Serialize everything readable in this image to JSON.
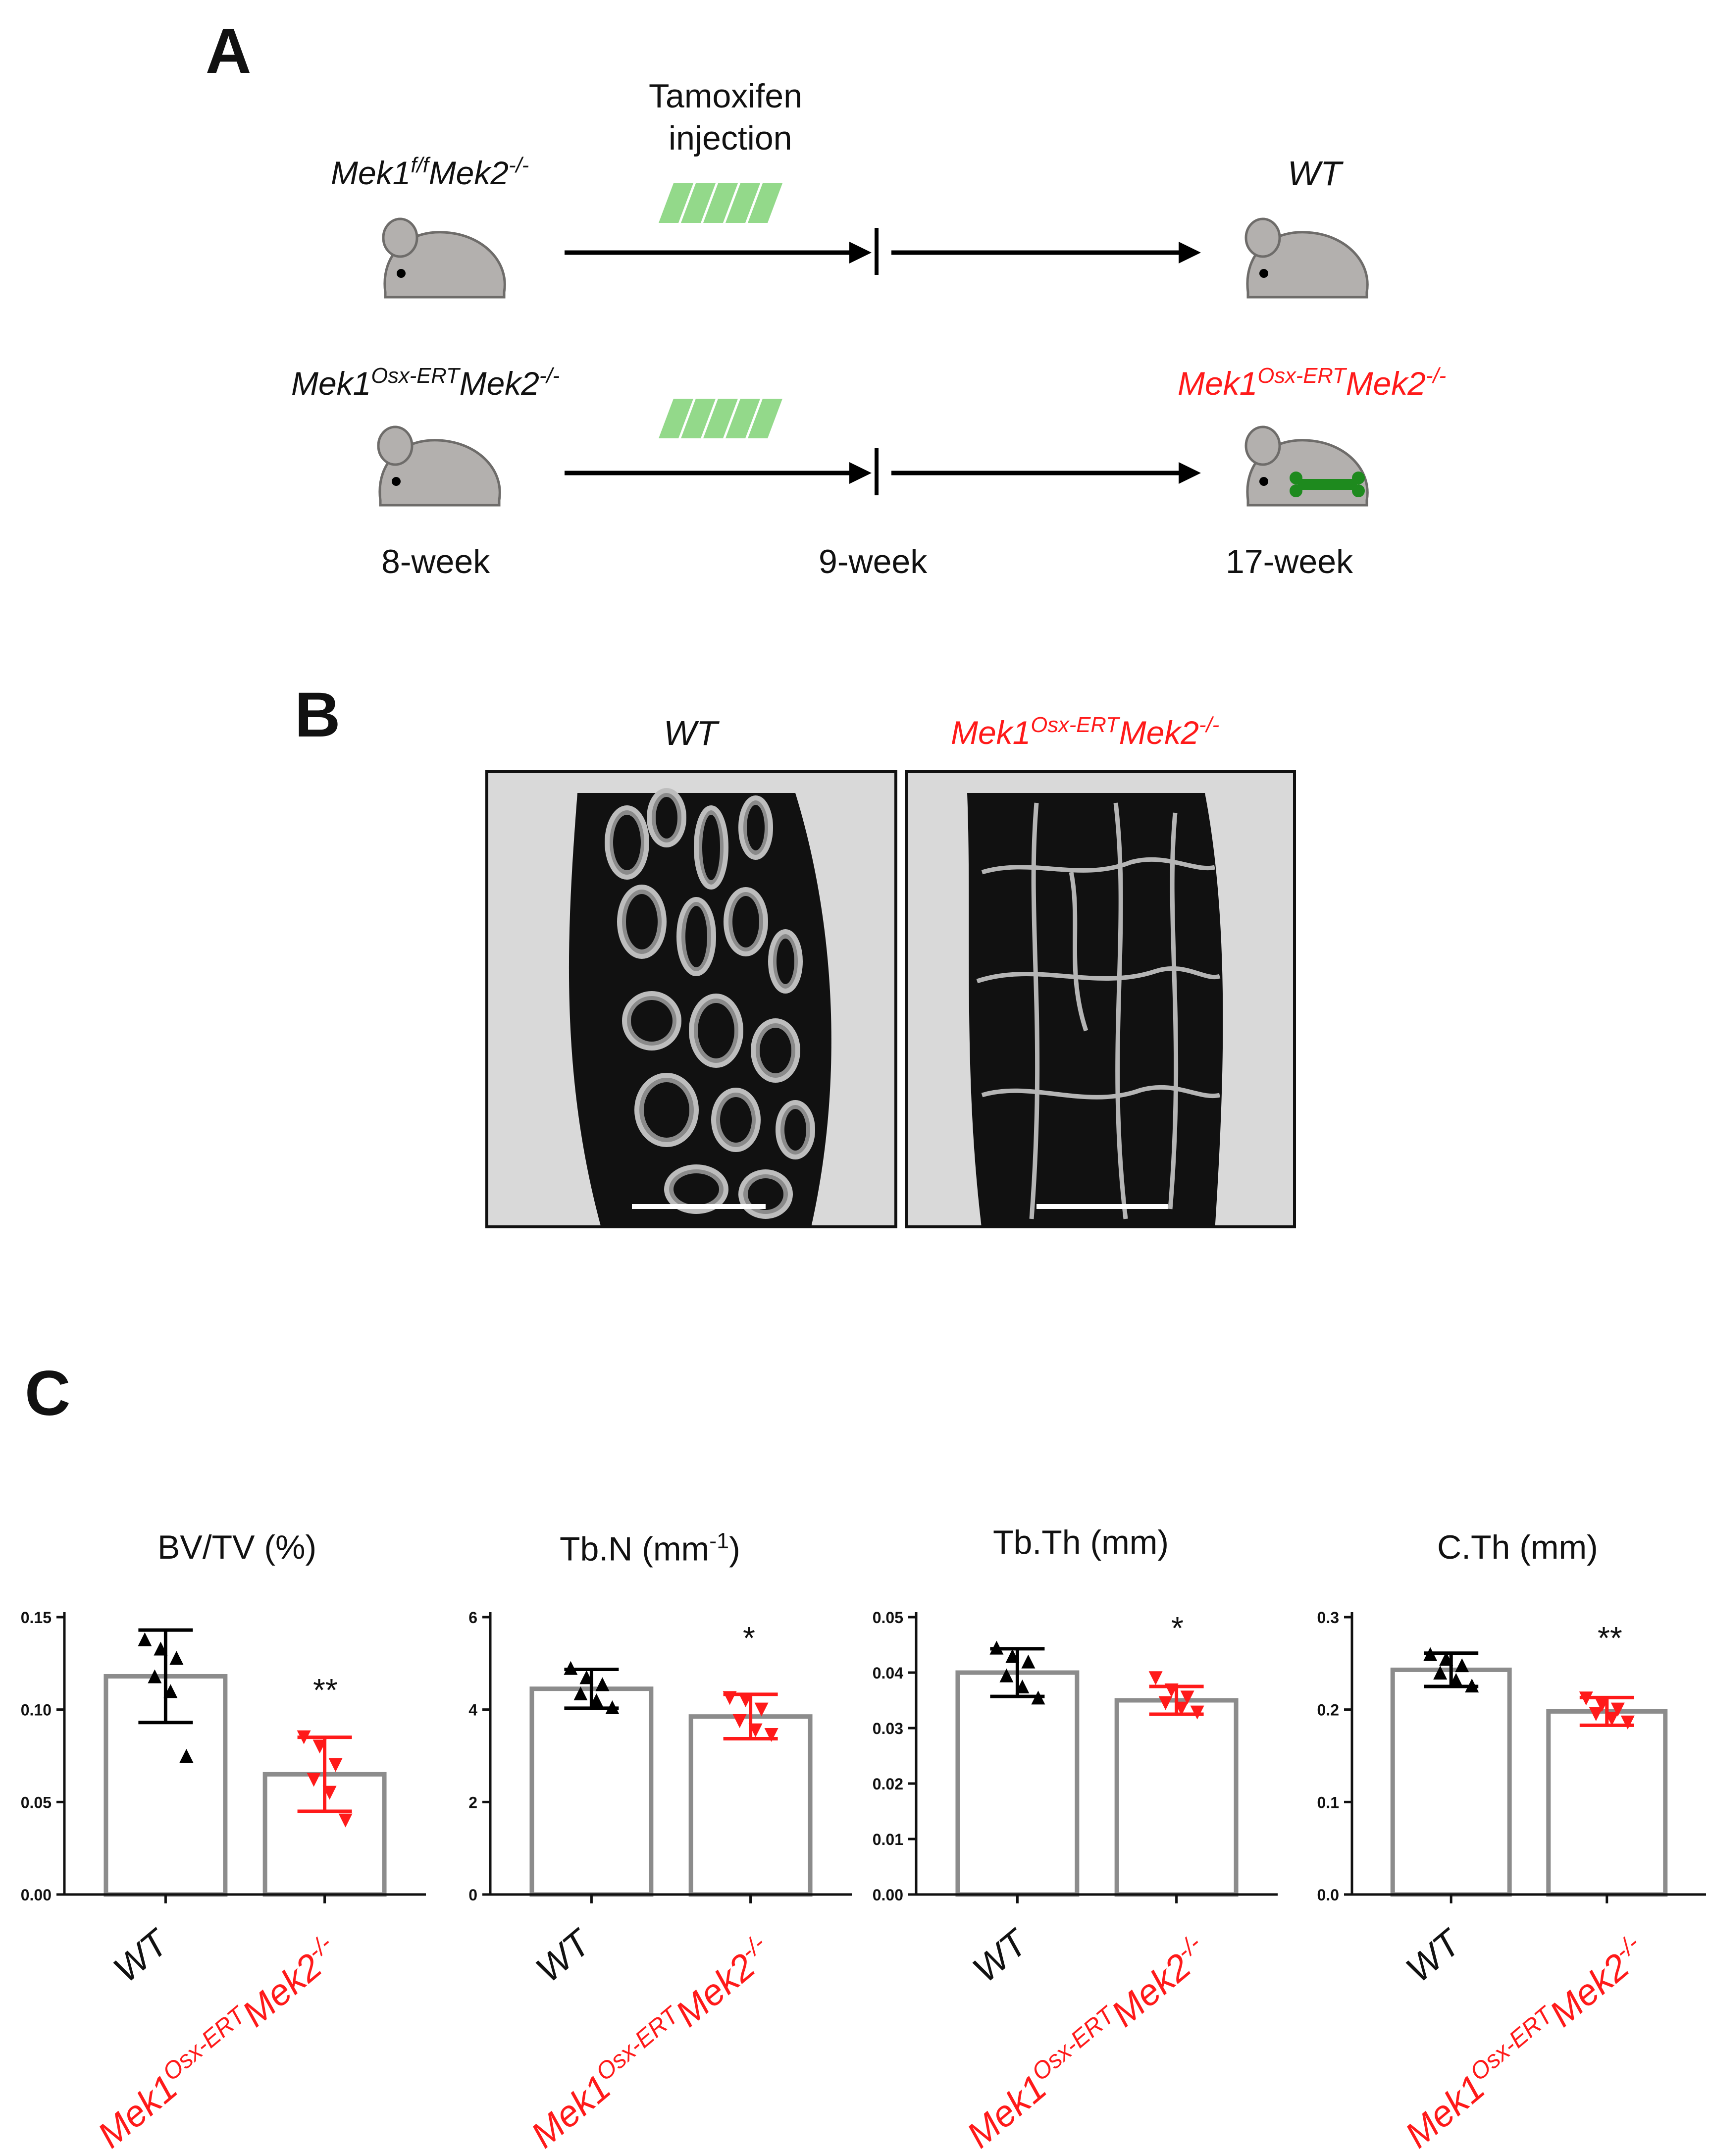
{
  "panels": {
    "a": "A",
    "b": "B",
    "c": "C"
  },
  "schematic": {
    "injection_label_line1": "Tamoxifen",
    "injection_label_line2": "injection",
    "row1_start": {
      "base1": "Mek1",
      "sup1": "f/f",
      "base2": "Mek2",
      "sup2": "-/-"
    },
    "row1_end": "WT",
    "row2_start": {
      "base1": "Mek1",
      "sup1": "Osx-ERT",
      "base2": "Mek2",
      "sup2": "-/-"
    },
    "row2_end": {
      "base1": "Mek1",
      "sup1": "Osx-ERT",
      "base2": "Mek2",
      "sup2": "-/-"
    },
    "timepoints": [
      "8-week",
      "9-week",
      "17-week"
    ],
    "colors": {
      "mouse": "#b3b0ae",
      "injection": "#93d98a",
      "bone": "#1e8a1e",
      "arrow": "#000000",
      "mutant": "#ff1a1a"
    }
  },
  "micro_ct": {
    "wt_label": "WT",
    "mut_label": {
      "base1": "Mek1",
      "sup1": "Osx-ERT",
      "base2": "Mek2",
      "sup2": "-/-"
    }
  },
  "x_labels": {
    "wt": "WT",
    "mut": {
      "base1": "Mek1",
      "sup1": "Osx-ERT",
      "base2": "Mek2",
      "sup2": "-/-"
    }
  },
  "chart_data": [
    {
      "type": "bar",
      "title": "BV/TV (%)",
      "categories": [
        "WT",
        "Mek1Osx-ERTMek2-/-"
      ],
      "ylim": [
        0,
        0.15
      ],
      "yticks": [
        "0.00",
        "0.05",
        "0.10",
        "0.15"
      ],
      "tick_values": [
        0,
        0.05,
        0.1,
        0.15
      ],
      "means": [
        0.118,
        0.065
      ],
      "sd": [
        0.025,
        0.02
      ],
      "points": [
        [
          0.138,
          0.133,
          0.128,
          0.118,
          0.11,
          0.075
        ],
        [
          0.085,
          0.08,
          0.07,
          0.062,
          0.055,
          0.04
        ]
      ],
      "significance": "**",
      "colors": [
        "#000000",
        "#ff1a1a"
      ]
    },
    {
      "type": "bar",
      "title": "Tb.N (mm-1)",
      "title_parts": {
        "base": "Tb.N (mm",
        "sup": "-1",
        "end": ")"
      },
      "categories": [
        "WT",
        "Mek1Osx-ERTMek2-/-"
      ],
      "ylim": [
        0,
        6
      ],
      "yticks": [
        "0",
        "2",
        "4",
        "6"
      ],
      "tick_values": [
        0,
        2,
        4,
        6
      ],
      "means": [
        4.45,
        3.85
      ],
      "sd": [
        0.42,
        0.48
      ],
      "points": [
        [
          4.9,
          4.7,
          4.55,
          4.35,
          4.2,
          4.05
        ],
        [
          4.25,
          4.2,
          4.0,
          3.75,
          3.55,
          3.45
        ]
      ],
      "significance": "*",
      "colors": [
        "#000000",
        "#ff1a1a"
      ]
    },
    {
      "type": "bar",
      "title": "Tb.Th (mm)",
      "categories": [
        "WT",
        "Mek1Osx-ERTMek2-/-"
      ],
      "ylim": [
        0,
        0.05
      ],
      "yticks": [
        "0.00",
        "0.01",
        "0.02",
        "0.03",
        "0.04",
        "0.05"
      ],
      "tick_values": [
        0,
        0.01,
        0.02,
        0.03,
        0.04,
        0.05
      ],
      "means": [
        0.04,
        0.035
      ],
      "sd": [
        0.0043,
        0.0025
      ],
      "points": [
        [
          0.0445,
          0.043,
          0.042,
          0.0395,
          0.0375,
          0.0355
        ],
        [
          0.039,
          0.0368,
          0.0355,
          0.0345,
          0.0335,
          0.0328
        ]
      ],
      "significance": "*",
      "colors": [
        "#000000",
        "#ff1a1a"
      ]
    },
    {
      "type": "bar",
      "title": "C.Th (mm)",
      "categories": [
        "WT",
        "Mek1Osx-ERTMek2-/-"
      ],
      "ylim": [
        0,
        0.3
      ],
      "yticks": [
        "0.0",
        "0.1",
        "0.2",
        "0.3"
      ],
      "tick_values": [
        0,
        0.1,
        0.2,
        0.3
      ],
      "means": [
        0.243,
        0.198
      ],
      "sd": [
        0.018,
        0.015
      ],
      "points": [
        [
          0.26,
          0.255,
          0.248,
          0.24,
          0.232,
          0.226
        ],
        [
          0.212,
          0.205,
          0.2,
          0.195,
          0.19,
          0.186
        ]
      ],
      "significance": "**",
      "colors": [
        "#000000",
        "#ff1a1a"
      ]
    }
  ]
}
